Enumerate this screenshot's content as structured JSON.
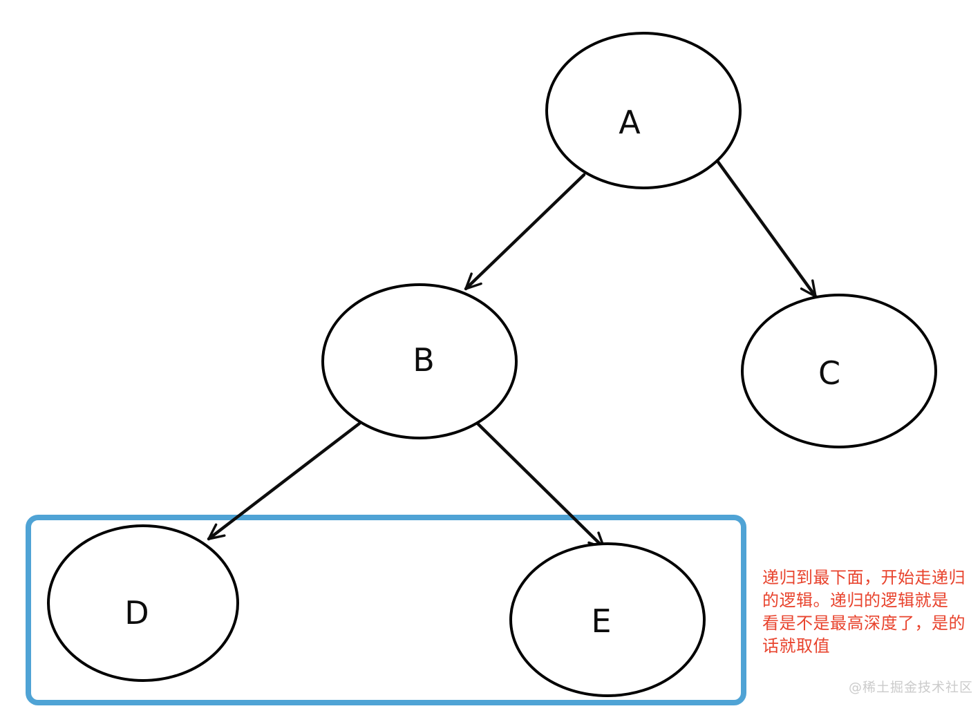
{
  "diagram": {
    "type": "binary-tree",
    "nodes": [
      {
        "id": "A",
        "label": "A"
      },
      {
        "id": "B",
        "label": "B"
      },
      {
        "id": "C",
        "label": "C"
      },
      {
        "id": "D",
        "label": "D"
      },
      {
        "id": "E",
        "label": "E"
      }
    ],
    "edges": [
      {
        "from": "A",
        "to": "B"
      },
      {
        "from": "A",
        "to": "C"
      },
      {
        "from": "B",
        "to": "D"
      },
      {
        "from": "B",
        "to": "E"
      }
    ],
    "highlight_box": {
      "contains": [
        "D",
        "E"
      ],
      "color": "#4fa3d5"
    },
    "annotation": {
      "color": "#e8432d",
      "lines": [
        "递归到最下面，开始走递归",
        "的逻辑。递归的逻辑就是",
        "看是不是最高深度了，是的",
        "话就取值"
      ]
    },
    "watermark": "@稀土掘金技术社区",
    "colors": {
      "node_stroke": "#000000",
      "edge_stroke": "#0d0d0d",
      "box_stroke": "#4fa3d5",
      "annotation_text": "#e8432d",
      "watermark_text": "#cbcbcb",
      "background": "#ffffff"
    }
  }
}
